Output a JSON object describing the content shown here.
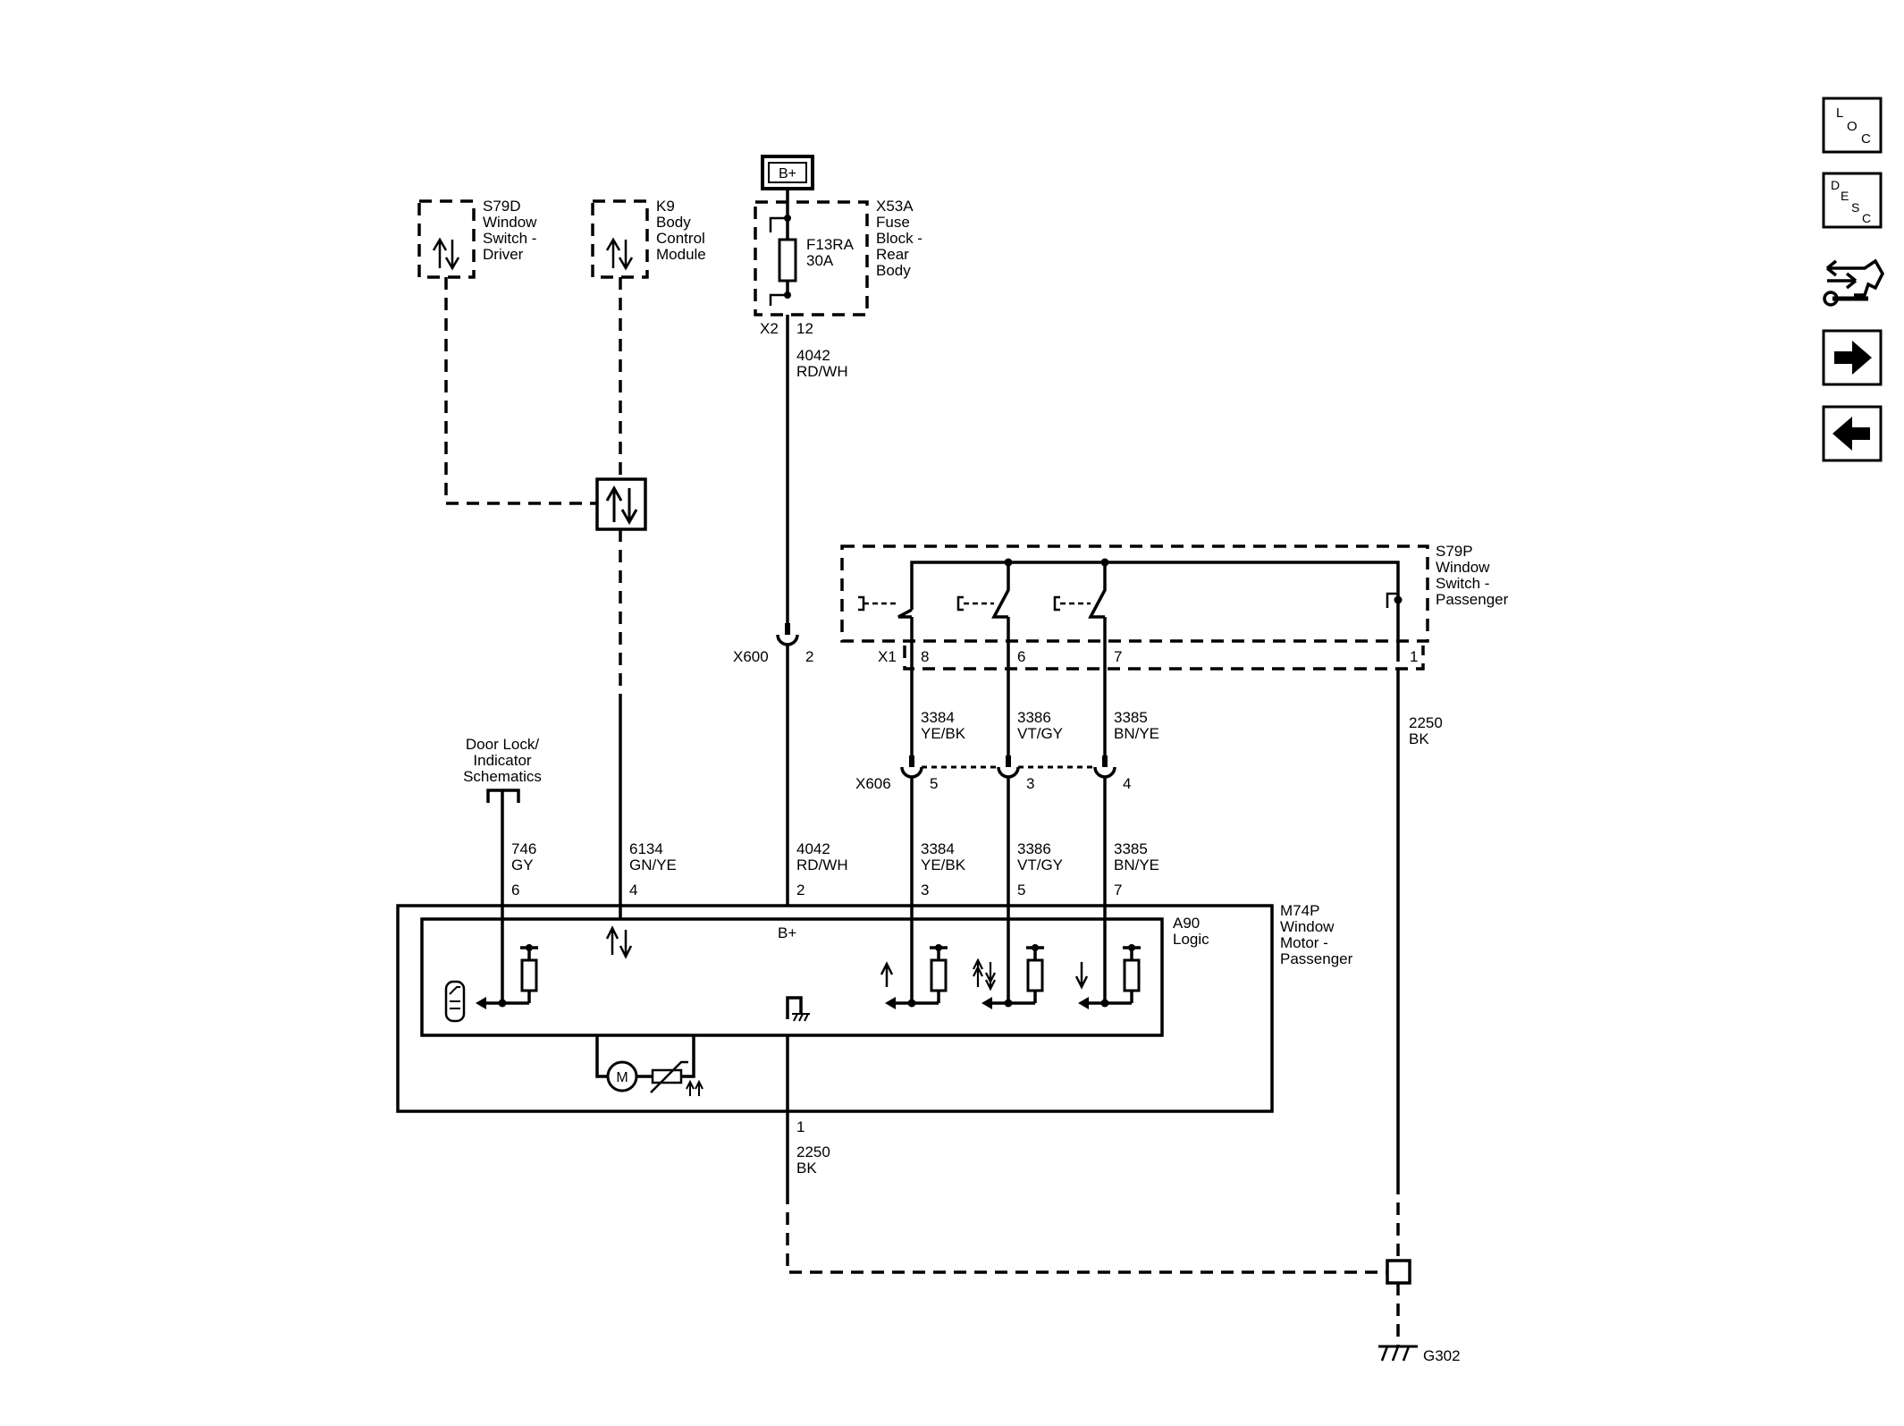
{
  "nav": {
    "loc": [
      "L",
      "O",
      "C"
    ],
    "desc": [
      "D",
      "E",
      "S",
      "C"
    ]
  },
  "power": {
    "label": "B+"
  },
  "components": {
    "s79d": [
      "S79D",
      "Window",
      "Switch -",
      "Driver"
    ],
    "k9": [
      "K9",
      "Body",
      "Control",
      "Module"
    ],
    "x53a": [
      "X53A",
      "Fuse",
      "Block -",
      "Rear",
      "Body"
    ],
    "fuse": [
      "F13RA",
      "30A"
    ],
    "s79p": [
      "S79P",
      "Window",
      "Switch -",
      "Passenger"
    ],
    "a90": [
      "A90",
      "Logic"
    ],
    "m74p": [
      "M74P",
      "Window",
      "Motor -",
      "Passenger"
    ],
    "door_lock": [
      "Door Lock/",
      "Indicator",
      "Schematics"
    ],
    "ground": "G302"
  },
  "connectors": {
    "x2": "X2",
    "x2_pin": "12",
    "x600": "X600",
    "x600_pin": "2",
    "x1": "X1",
    "x1_pins": [
      "8",
      "6",
      "7",
      "1"
    ],
    "x606": "X606",
    "x606_pins": [
      "5",
      "3",
      "4"
    ],
    "m74p_pins": [
      "6",
      "4",
      "2",
      "3",
      "5",
      "7"
    ],
    "ground_pin": "1",
    "b_plus_inside": "B+",
    "motor": "M"
  },
  "wires": {
    "w4042_top": [
      "4042",
      "RD/WH"
    ],
    "w3384_mid": [
      "3384",
      "YE/BK"
    ],
    "w3386_mid": [
      "3386",
      "VT/GY"
    ],
    "w3385_mid": [
      "3385",
      "BN/YE"
    ],
    "w2250_right": [
      "2250",
      "BK"
    ],
    "w746": [
      "746",
      "GY"
    ],
    "w6134": [
      "6134",
      "GN/YE"
    ],
    "w4042_low": [
      "4042",
      "RD/WH"
    ],
    "w3384_low": [
      "3384",
      "YE/BK"
    ],
    "w3386_low": [
      "3386",
      "VT/GY"
    ],
    "w3385_low": [
      "3385",
      "BN/YE"
    ],
    "w2250_low": [
      "2250",
      "BK"
    ]
  }
}
